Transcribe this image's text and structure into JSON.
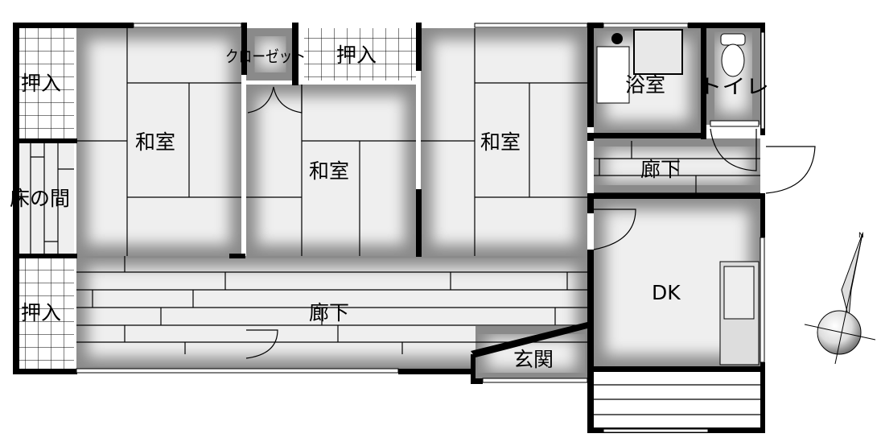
{
  "floor_plan": {
    "rooms": {
      "oshiire_top_left": "押入",
      "tokonoma": "床の間",
      "oshiire_bottom_left": "押入",
      "washitsu_left": "和室",
      "closet": "クローゼット",
      "oshiire_top_center": "押入",
      "washitsu_center": "和室",
      "washitsu_right": "和室",
      "bathroom": "浴室",
      "toilet": "トイレ",
      "hallway_right": "廊下",
      "dk": "DK",
      "hallway_main": "廊下",
      "entrance": "玄関"
    },
    "compass": {
      "north_label": "N"
    }
  },
  "colors": {
    "wall": "#000000",
    "floor": "#efefef",
    "shade": "#8a8a8a"
  }
}
